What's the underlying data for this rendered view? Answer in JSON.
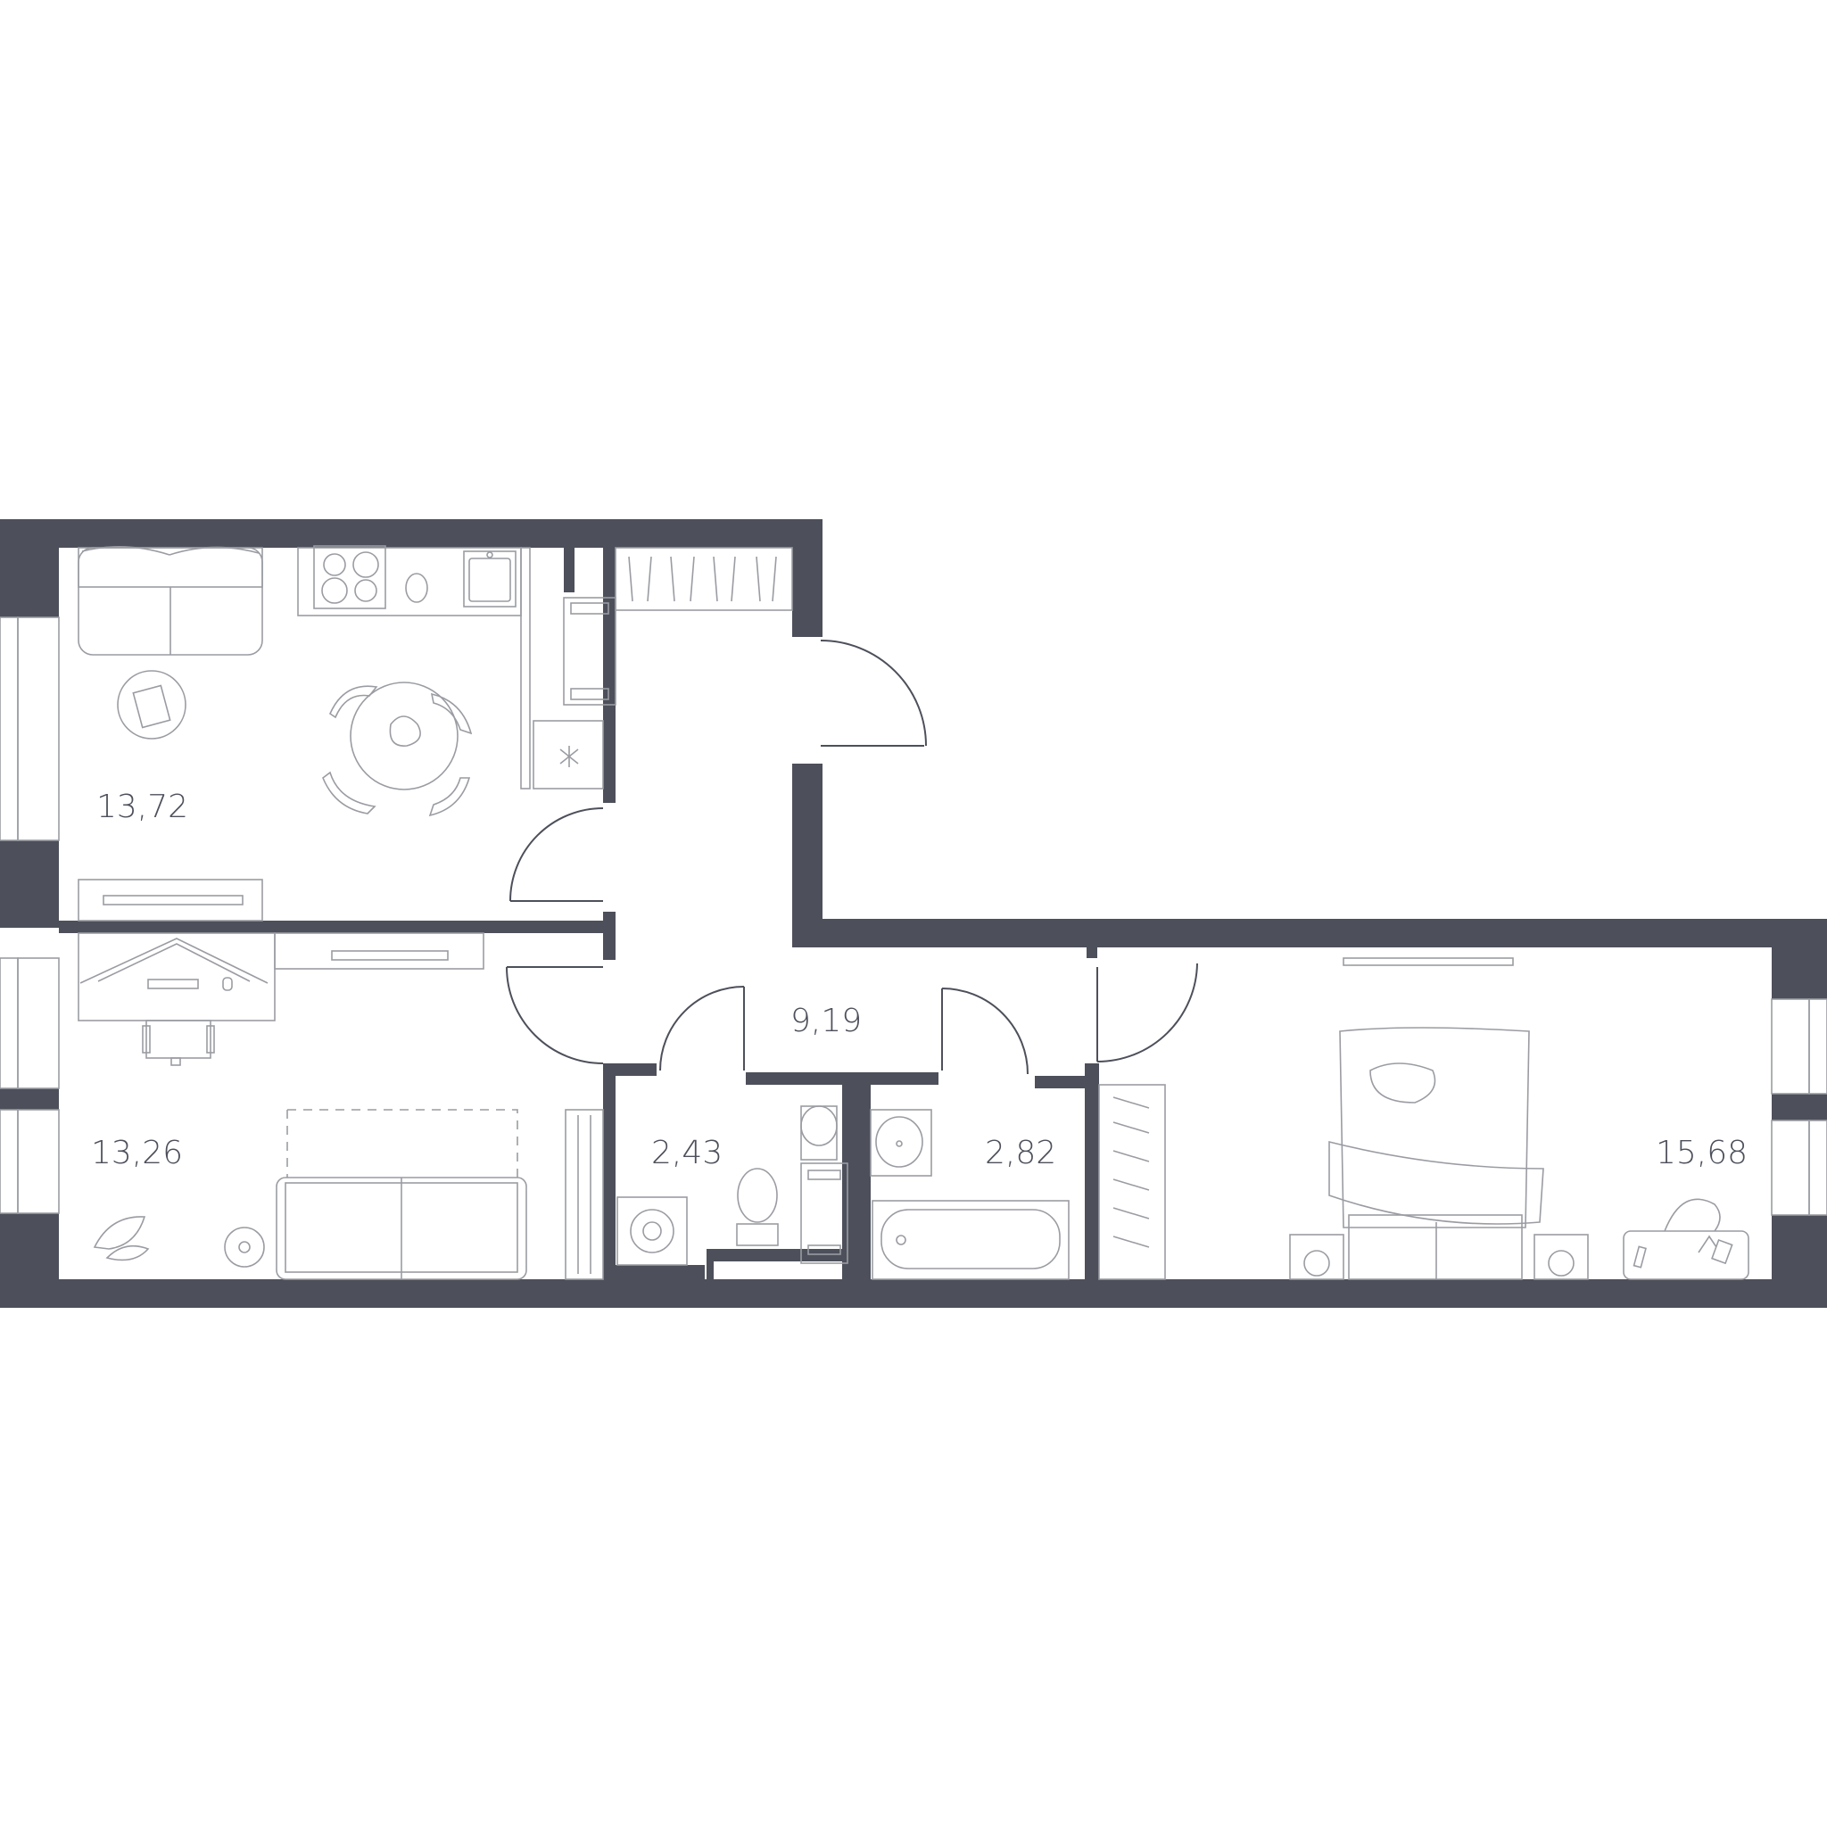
{
  "rooms": {
    "kitchen": {
      "area": "13,72"
    },
    "living": {
      "area": "13,26"
    },
    "hall": {
      "area": "9,19"
    },
    "wc": {
      "area": "2,43"
    },
    "bathroom": {
      "area": "2,82"
    },
    "bedroom": {
      "area": "15,68"
    }
  },
  "colors": {
    "wall": "#4d505a",
    "furniture": "#9a9ca2",
    "background": "#ffffff"
  }
}
